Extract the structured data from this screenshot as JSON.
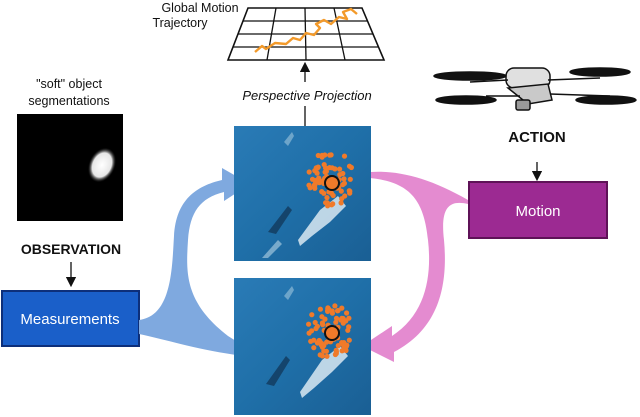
{
  "labels": {
    "trajectory_title_line1": "Global Motion",
    "trajectory_title_line2": "Trajectory",
    "projection": "Perspective Projection",
    "segmentation_line1": "\"soft\" object",
    "segmentation_line2": "segmentations",
    "observation": "OBSERVATION",
    "action": "ACTION"
  },
  "boxes": {
    "measurements": "Measurements",
    "motion": "Motion"
  },
  "colors": {
    "measurements_fill": "#1a5fc9",
    "measurements_border": "#0d2f7a",
    "motion_fill": "#9c2a92",
    "motion_border": "#5e1257",
    "blue_arrow": "#7fa9df",
    "pink_arrow": "#e48bd0",
    "trajectory_line": "#f39a2a",
    "particle": "#f07a2a",
    "ocean": "#1f6fa8",
    "segmentation_bg": "#000000",
    "segmentation_blob": "#f2f2f2"
  },
  "icons": [
    "drone-icon",
    "trajectory-grid-icon",
    "aerial-whale-image",
    "segmentation-mask-image"
  ]
}
